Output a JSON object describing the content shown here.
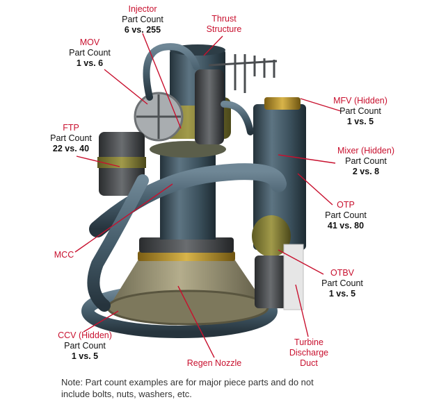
{
  "colors": {
    "label_red": "#c8102e",
    "pipe": "#4a6373",
    "nozzle": "#948e6e",
    "brass": "#b08d2e",
    "dark_metal": "#3c3f42"
  },
  "labels": {
    "injector": {
      "name": "Injector",
      "part_count": "Part Count",
      "count": "6 vs. 255"
    },
    "thrust_structure": {
      "line1": "Thrust",
      "line2": "Structure"
    },
    "mov": {
      "name": "MOV",
      "part_count": "Part Count",
      "count": "1 vs. 6"
    },
    "mfv": {
      "name": "MFV (Hidden)",
      "part_count": "Part Count",
      "count": "1 vs. 5"
    },
    "ftp": {
      "name": "FTP",
      "part_count": "Part Count",
      "count": "22 vs. 40"
    },
    "mixer": {
      "name": "Mixer (Hidden)",
      "part_count": "Part Count",
      "count": "2 vs. 8"
    },
    "otp": {
      "name": "OTP",
      "part_count": "Part Count",
      "count": "41 vs. 80"
    },
    "mcc": {
      "name": "MCC"
    },
    "otbv": {
      "name": "OTBV",
      "part_count": "Part Count",
      "count": "1 vs. 5"
    },
    "ccv": {
      "name": "CCV (Hidden)",
      "part_count": "Part Count",
      "count": "1 vs. 5"
    },
    "regen_nozzle": {
      "name": "Regen Nozzle"
    },
    "turbine_duct": {
      "line1": "Turbine",
      "line2": "Discharge",
      "line3": "Duct"
    }
  },
  "note": {
    "line1": "Note:  Part count examples are for major piece parts and do not",
    "line2": "include bolts, nuts, washers, etc."
  }
}
